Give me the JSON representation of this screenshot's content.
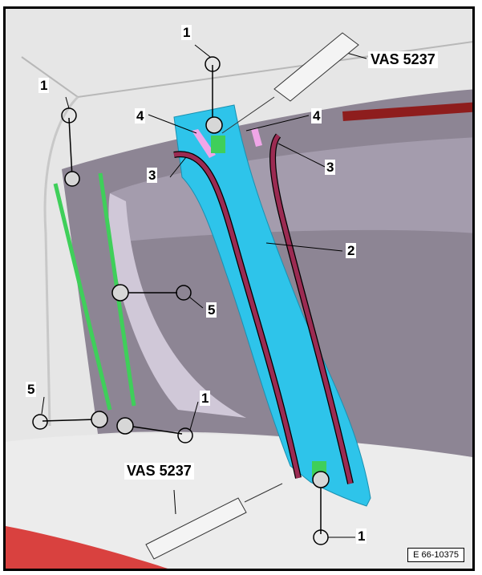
{
  "diagram": {
    "type": "exploded assembly illustration",
    "subject": "Rear window trim panel (D-pillar area) with removal tool",
    "callouts": [
      {
        "id": "c1a",
        "text": "1"
      },
      {
        "id": "c1b",
        "text": "1"
      },
      {
        "id": "c1c",
        "text": "1"
      },
      {
        "id": "c1d",
        "text": "1"
      },
      {
        "id": "c2",
        "text": "2"
      },
      {
        "id": "c3a",
        "text": "3"
      },
      {
        "id": "c3b",
        "text": "3"
      },
      {
        "id": "c4a",
        "text": "4"
      },
      {
        "id": "c4b",
        "text": "4"
      },
      {
        "id": "c5a",
        "text": "5"
      },
      {
        "id": "c5b",
        "text": "5"
      }
    ],
    "tool_labels": [
      {
        "id": "tool_top",
        "text": "VAS 5237"
      },
      {
        "id": "tool_bottom",
        "text": "VAS 5237"
      }
    ],
    "figure_reference": "E 66-10375",
    "colors": {
      "trim_panel": "#2ec4ea",
      "seal_strip": "#9b2b52",
      "adhesive_pad": "#f0a6e8",
      "clip_area": "#3fcf5a",
      "glass": "#8f8796",
      "body": "#e9e9e9",
      "tail_light": "#d9413f"
    }
  }
}
